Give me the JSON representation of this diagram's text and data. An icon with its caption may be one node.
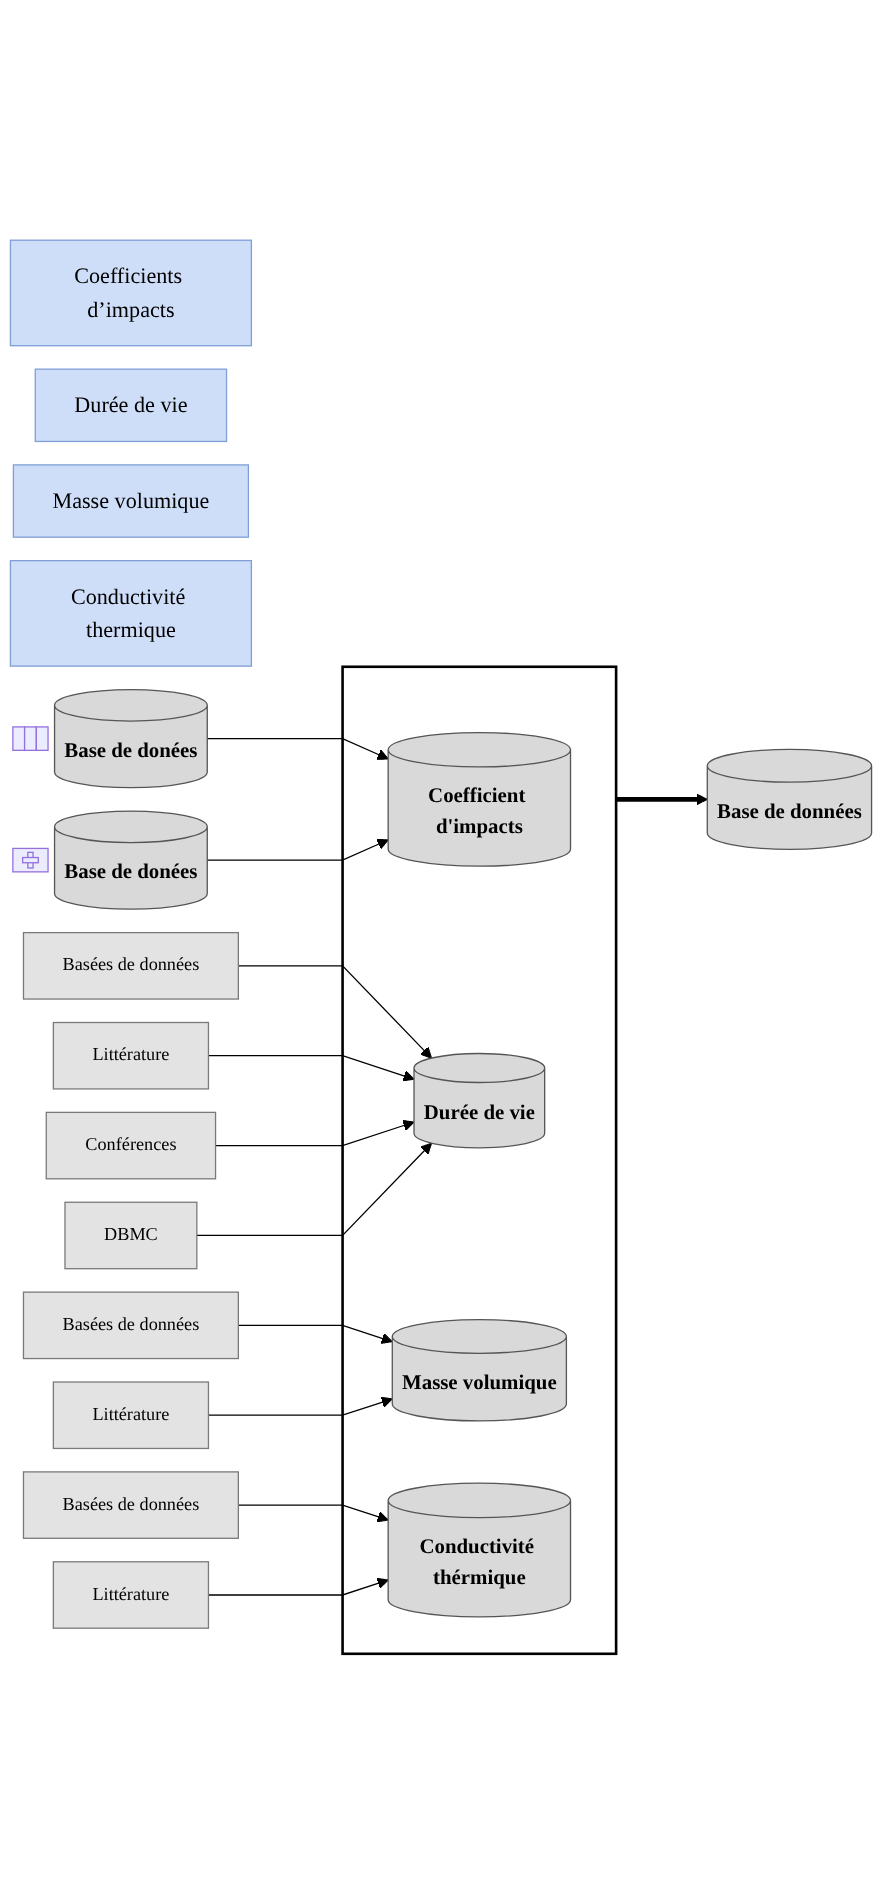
{
  "diagram": {
    "nodes": [
      {
        "text": [
          "Coefficients d’impacts"
        ]
      },
      {
        "text": [
          "Durée de vie"
        ]
      },
      {
        "text": [
          "Masse volumique"
        ]
      },
      {
        "text": [
          "Conductivité thermique"
        ]
      },
      {
        "text": [
          "Base de donées"
        ]
      },
      {
        "text": [
          "Base de donées"
        ]
      },
      {
        "text": [
          "Basées de données"
        ]
      },
      {
        "text": [
          "Littérature"
        ]
      },
      {
        "text": [
          "Conférences"
        ]
      },
      {
        "text": [
          "DBMC"
        ]
      },
      {
        "text": [
          "Basées de données"
        ]
      },
      {
        "text": [
          "Littérature"
        ]
      },
      {
        "text": [
          "Basées de données"
        ]
      },
      {
        "text": [
          "Littérature"
        ]
      },
      {
        "text": [],
        "shape": "box"
      },
      {
        "text": [
          "Coefficient d'impacts"
        ],
        "in": 14
      },
      {
        "text": [
          "Durée de vie"
        ],
        "in": 14
      },
      {
        "text": [
          "Masse volumique"
        ],
        "in": 14
      },
      {
        "text": [
          "Conductivité thérmique"
        ],
        "in": 14
      },
      {
        "text": [
          "Base de données"
        ]
      }
    ],
    "edges": [
      {
        "from": 4,
        "to": 15,
        "arrow": "to"
      },
      {
        "from": 5,
        "to": 15,
        "arrow": "to"
      },
      {
        "from": 6,
        "to": 16,
        "arrow": "to"
      },
      {
        "from": 7,
        "to": 16,
        "arrow": "to"
      },
      {
        "from": 8,
        "to": 16,
        "arrow": "to"
      },
      {
        "from": 9,
        "to": 16,
        "arrow": "to"
      },
      {
        "from": 10,
        "to": 17,
        "arrow": "to"
      },
      {
        "from": 11,
        "to": 17,
        "arrow": "to"
      },
      {
        "from": 12,
        "to": 18,
        "arrow": "to"
      },
      {
        "from": 13,
        "to": 18,
        "arrow": "to"
      },
      {
        "from": 14,
        "to": 19,
        "arrow": "to",
        "style": "thick"
      }
    ]
  }
}
